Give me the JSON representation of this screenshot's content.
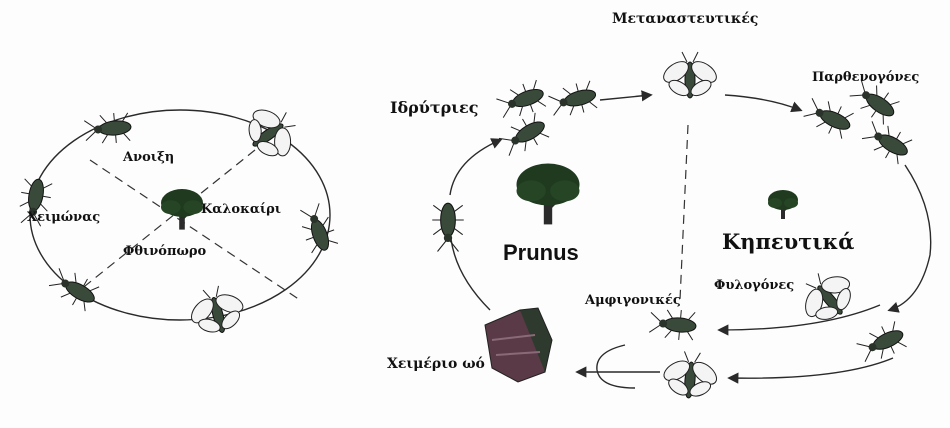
{
  "left_cycle": {
    "seasons": {
      "spring": "Ανοιξη",
      "summer": "Καλοκαίρι",
      "autumn": "Φθινόπωρο",
      "winter": "Χειμώνας"
    }
  },
  "right_cycle": {
    "founders": "Ιδρύτριες",
    "migrants": "Μεταναστευτικές",
    "parthenogenic": "Παρθενογόνες",
    "primary_host": "Prunus",
    "secondary_host": "Κηπευτικά",
    "sexuparae": "Φυλογόνες",
    "amphigonic": "Αμφιγονικές",
    "winter_egg": "Χειμέριο ωό"
  },
  "colors": {
    "line": "#2a2a2a",
    "insect": "#3a4a3a",
    "tree_canopy": "#1f3a1f",
    "tree_trunk": "#2b2b2b",
    "egg": "#5a3a46"
  }
}
